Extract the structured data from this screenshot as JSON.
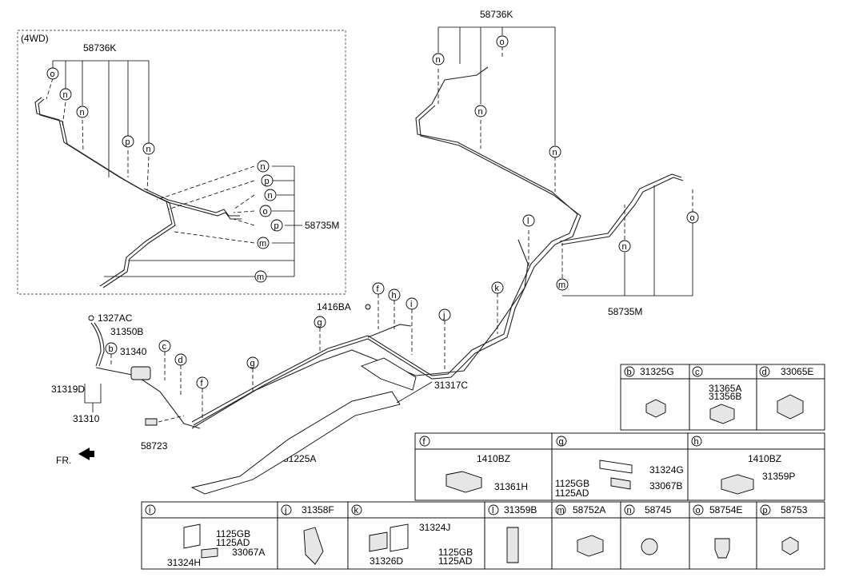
{
  "inset": {
    "title": "(4WD)",
    "top_part": "58736K",
    "right_part": "58735M"
  },
  "main": {
    "top_part": "58736K",
    "bottom_part": "58735M",
    "parts": {
      "p1416BA": "1416BA",
      "p1327AC": "1327AC",
      "p31350B": "31350B",
      "p31340": "31340",
      "p31319D": "31319D",
      "p31310": "31310",
      "p58723": "58723",
      "p31225A": "31225A",
      "p31317C": "31317C"
    },
    "front_label": "FR."
  },
  "callouts": {
    "b": "b",
    "c": "c",
    "d": "d",
    "f": "f",
    "g": "g",
    "h": "h",
    "i": "i",
    "j": "j",
    "k": "k",
    "l": "l",
    "m": "m",
    "n": "n",
    "o": "o",
    "p": "p"
  },
  "table_top": [
    {
      "letter": "b",
      "part": "31325G"
    },
    {
      "letter": "c",
      "part": "31365A",
      "part2": "31356B"
    },
    {
      "letter": "d",
      "part": "33065E"
    }
  ],
  "table_mid": [
    {
      "letter": "f",
      "parts": [
        "1410BZ",
        "31361H"
      ]
    },
    {
      "letter": "g",
      "parts": [
        "31324G",
        "1125GB",
        "1125AD",
        "33067B"
      ]
    },
    {
      "letter": "h",
      "parts": [
        "1410BZ",
        "31359P"
      ]
    }
  ],
  "table_bottom": [
    {
      "letter": "i",
      "part": "",
      "parts": [
        "1125GB",
        "1125AD",
        "33067A",
        "31324H"
      ]
    },
    {
      "letter": "j",
      "part": "31358F"
    },
    {
      "letter": "k",
      "part": "",
      "parts": [
        "31324J",
        "31326D",
        "1125GB",
        "1125AD"
      ]
    },
    {
      "letter": "l",
      "part": "31359B"
    },
    {
      "letter": "m",
      "part": "58752A"
    },
    {
      "letter": "n",
      "part": "58745"
    },
    {
      "letter": "o",
      "part": "58754E"
    },
    {
      "letter": "p",
      "part": "58753"
    }
  ]
}
